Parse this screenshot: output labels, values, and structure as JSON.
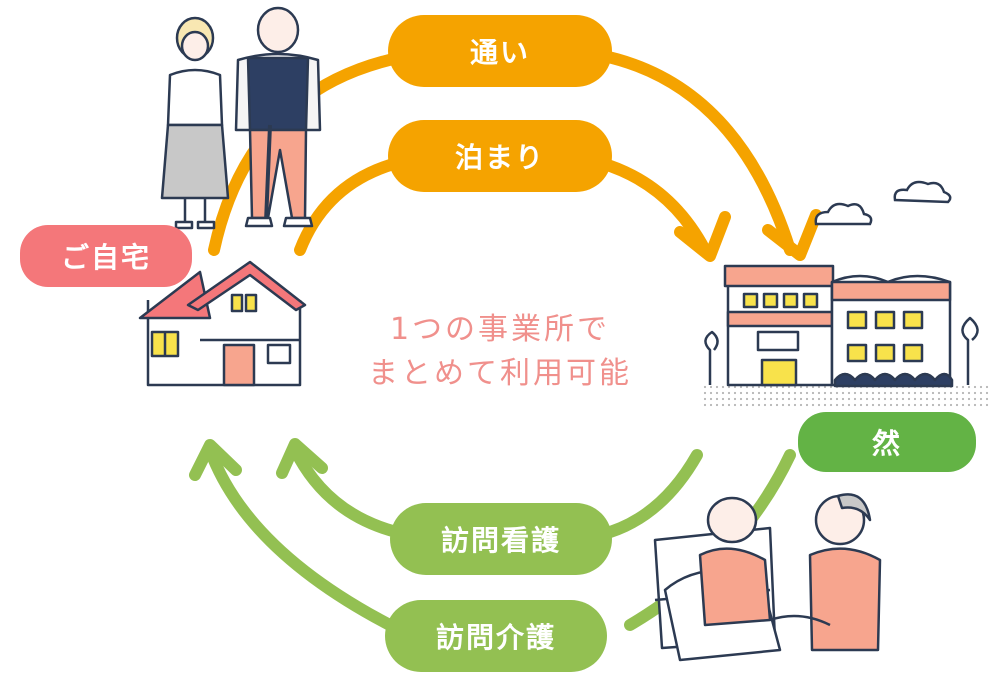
{
  "services": {
    "day_service": "通い",
    "stay": "泊まり",
    "home_nursing": "訪問看護",
    "home_care": "訪問介護"
  },
  "places": {
    "home": "ご自宅",
    "facility": "然"
  },
  "center": {
    "line1": "1つの事業所で",
    "line2": "まとめて利用可能"
  },
  "colors": {
    "orange": "#f5a300",
    "green": "#93c052",
    "home_pink": "#f4777a",
    "facility_green": "#63b345",
    "center_text": "#f0908c"
  }
}
